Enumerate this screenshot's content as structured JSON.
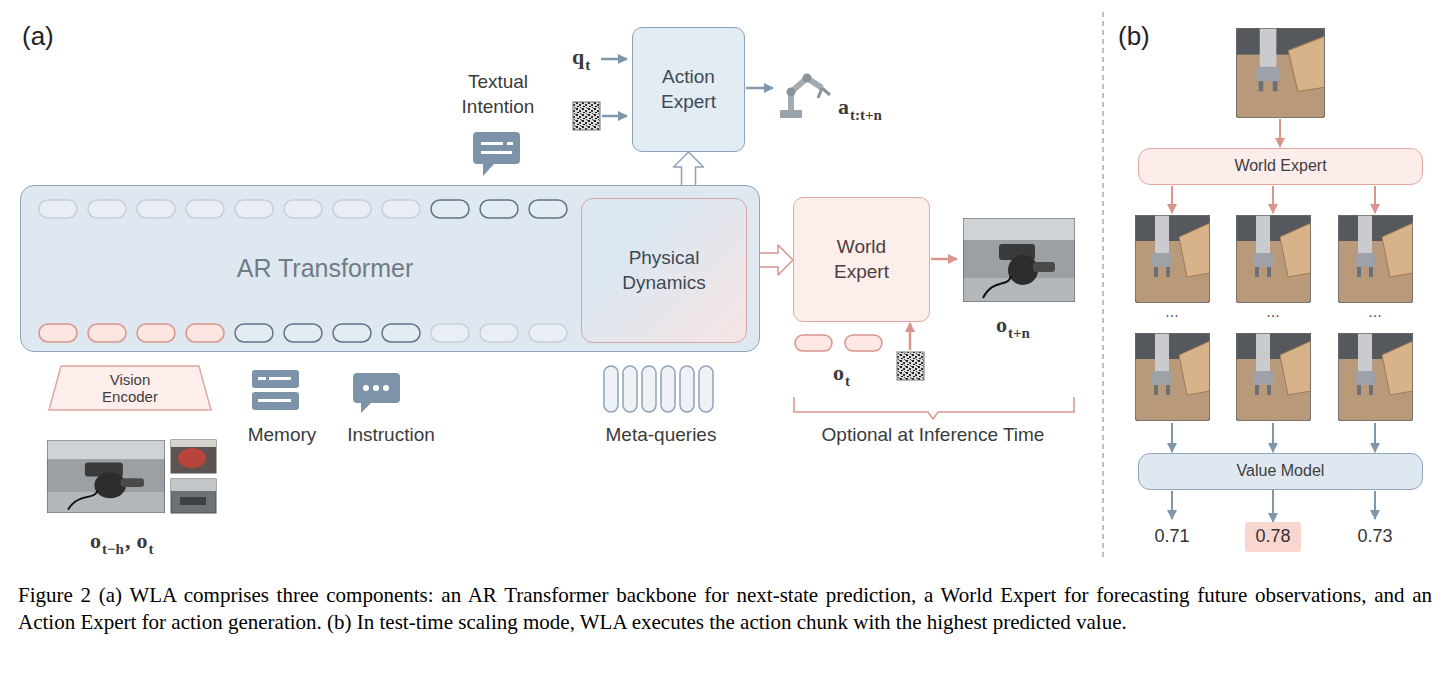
{
  "diagram": {
    "caption": "Figure 2 (a) WLA comprises three components: an AR Transformer backbone for next-state prediction, a World Expert for forecasting future observations, and an Action Expert for action generation. (b) In test-time scaling mode, WLA executes the action chunk with the highest predicted value.",
    "nodes": [
      {
        "text": [
          "AR Transformer"
        ]
      },
      {
        "text": [
          "Physical Dynamics"
        ],
        "in": 0
      },
      {
        "text": [
          "Action Expert"
        ]
      },
      {
        "text": [
          "World Expert"
        ]
      },
      {
        "text": [
          "Vision Encoder"
        ]
      },
      {
        "text": [
          "World Expert"
        ]
      },
      {
        "text": [
          "Value Model"
        ]
      },
      {
        "text": [
          "0.78"
        ]
      }
    ],
    "edges": [
      {
        "from": 1,
        "to": 2,
        "arrow": "to"
      },
      {
        "from": 1,
        "to": 3,
        "arrow": "to"
      },
      {
        "from": 6,
        "to": 7,
        "arrow": "to"
      }
    ],
    "labels": [
      "(a)",
      "Textual Intention",
      "q",
      "t",
      "a",
      "t:t+n",
      "Memory",
      "Instruction",
      "Meta-queries",
      "o",
      "t",
      "Optional at Inference Time",
      "o",
      "t+n",
      "o",
      "t−h",
      ",",
      "o",
      "t",
      "(b)",
      "...",
      "...",
      "...",
      "0.71",
      "0.73"
    ]
  }
}
